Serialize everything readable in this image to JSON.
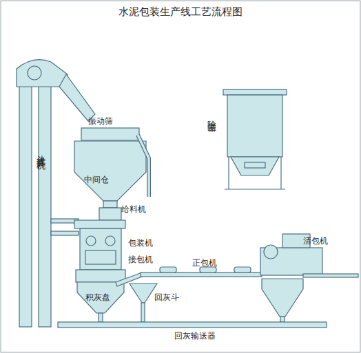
{
  "diagram": {
    "title": "水泥包装生产线工艺流程图",
    "labels": [
      "振动筛",
      "斗式提升机",
      "除尘器",
      "中间仓",
      "给料机",
      "包装机",
      "接包机",
      "正包机",
      "清包机",
      "积灰盘",
      "回灰斗",
      "回灰输送器"
    ]
  }
}
